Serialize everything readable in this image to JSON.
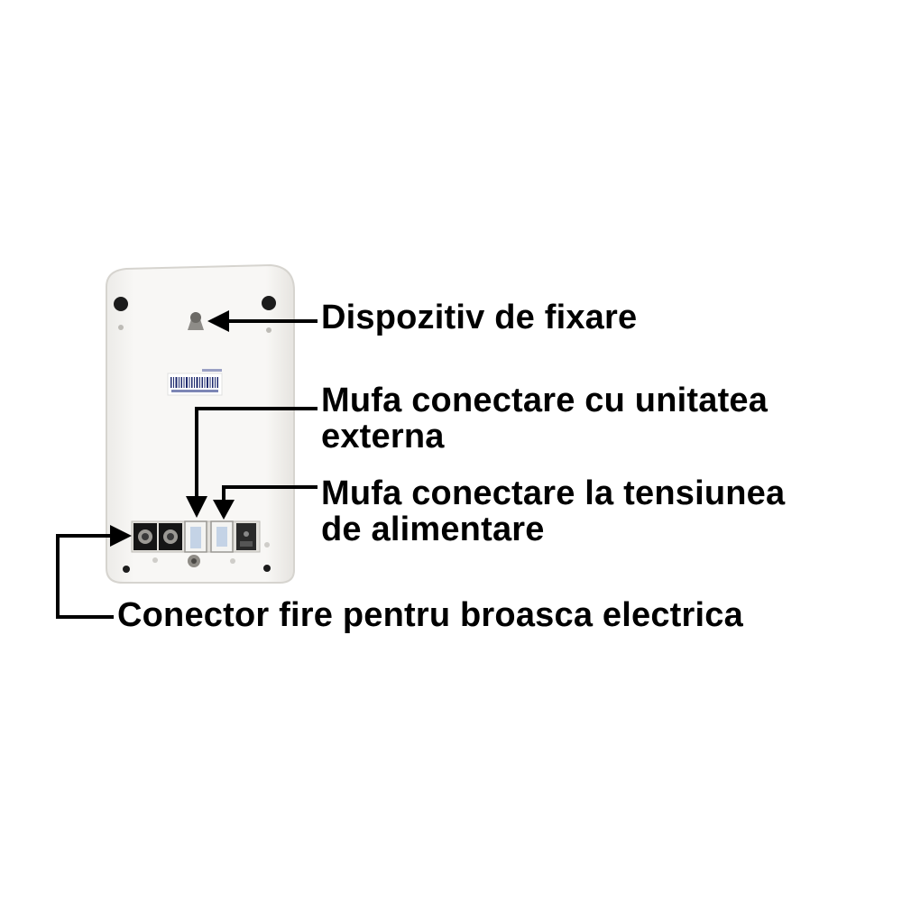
{
  "labels": {
    "fixing_device": "Dispozitiv de fixare",
    "external_unit_socket_line1": "Mufa conectare cu unitatea",
    "external_unit_socket_line2": "externa",
    "power_socket_line1": "Mufa conectare la tensiunea",
    "power_socket_line2": "de alimentare",
    "lock_wire_connector": "Conector fire pentru broasca electrica"
  },
  "colors": {
    "background": "#ffffff",
    "device_body": "#f7f6f4",
    "device_outline": "#d9d7d3",
    "arrow": "#000000",
    "terminal_dark": "#1a1a1a",
    "terminal_socket": "#c9d6e6"
  },
  "icons": {
    "barcode": "barcode-icon",
    "screw": "screw-icon",
    "keyhole": "keyhole-mount-icon"
  }
}
